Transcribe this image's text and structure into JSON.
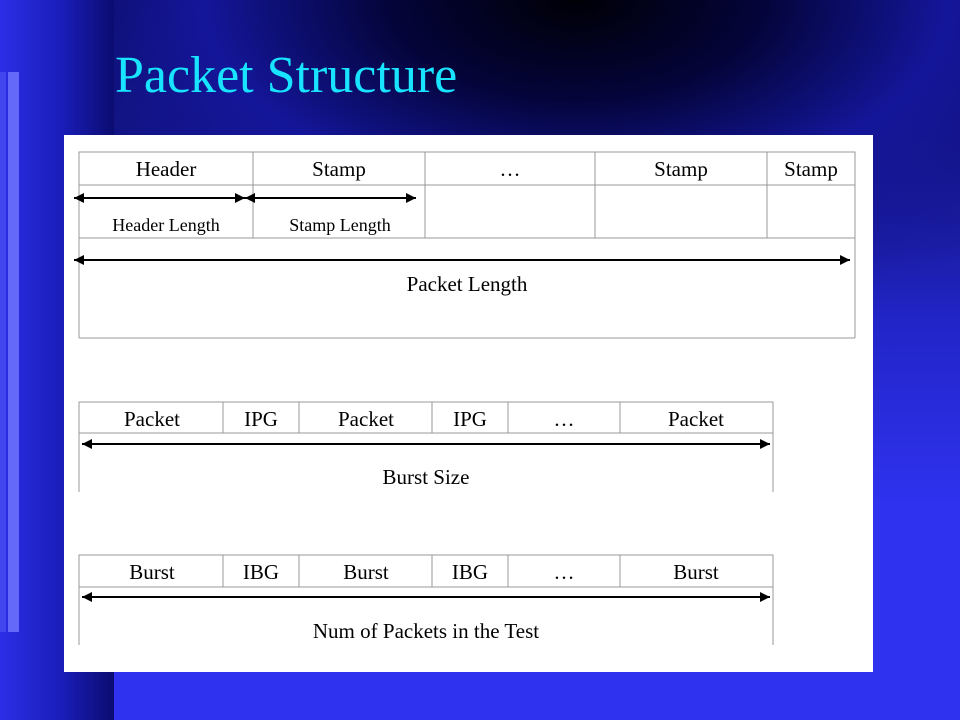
{
  "slide": {
    "title": "Packet Structure",
    "colors": {
      "title": "#18e4ff",
      "background": "#2f32ee",
      "panel": "#ffffff"
    }
  },
  "diagram": {
    "packet_fields": [
      "Header",
      "Stamp",
      "…",
      "Stamp",
      "Stamp"
    ],
    "header_length_label": "Header Length",
    "stamp_length_label": "Stamp Length",
    "packet_length_label": "Packet Length",
    "burst_fields": [
      "Packet",
      "IPG",
      "Packet",
      "IPG",
      "…",
      "Packet"
    ],
    "burst_size_label": "Burst Size",
    "test_fields": [
      "Burst",
      "IBG",
      "Burst",
      "IBG",
      "…",
      "Burst"
    ],
    "test_label": "Num of Packets in the Test"
  }
}
